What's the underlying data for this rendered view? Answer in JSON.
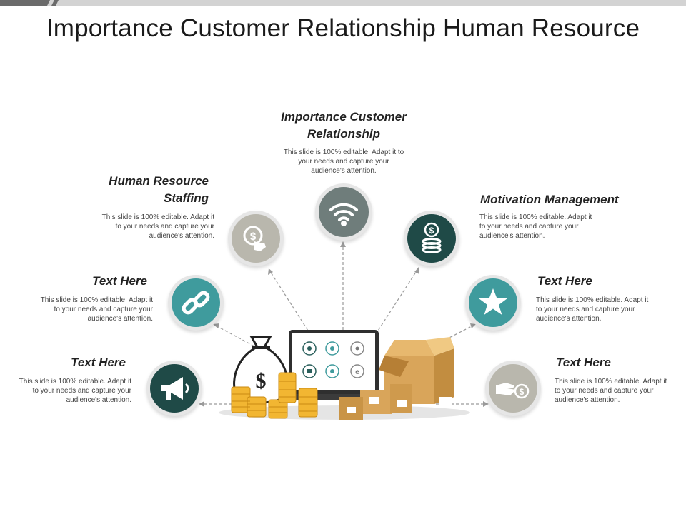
{
  "title": "Importance Customer Relationship Human Resource",
  "colors": {
    "teal": "#3f9b9d",
    "dark_teal": "#1f4a47",
    "gray": "#6f7d7b",
    "light_gray": "#b9b7ad",
    "box": "#d9a55a",
    "coin": "#f2b632"
  },
  "items": [
    {
      "heading": "Importance Customer Relationship",
      "text": "This slide is 100% editable. Adapt it to your needs and capture your audience's attention.",
      "icon": "wifi-icon"
    },
    {
      "heading": "Human Resource Staffing",
      "text": "This slide is 100% editable. Adapt it to your needs and capture your audience's attention.",
      "icon": "dollar-touch-icon"
    },
    {
      "heading": "Motivation Management",
      "text": "This slide is 100% editable. Adapt it to your needs and capture your audience's attention.",
      "icon": "coin-stack-icon"
    },
    {
      "heading": "Text Here",
      "text": "This slide is 100% editable. Adapt it to your needs and capture your audience's attention.",
      "icon": "link-icon"
    },
    {
      "heading": "Text Here",
      "text": "This slide is 100% editable. Adapt it to your needs and capture your audience's attention.",
      "icon": "star-icon"
    },
    {
      "heading": "Text Here",
      "text": "This slide is 100% editable. Adapt it to your needs and capture your audience's attention.",
      "icon": "megaphone-icon"
    },
    {
      "heading": "Text Here",
      "text": "This slide is 100% editable. Adapt it to your needs and capture your audience's attention.",
      "icon": "hand-dollar-icon"
    }
  ],
  "money_bag_symbol": "$"
}
